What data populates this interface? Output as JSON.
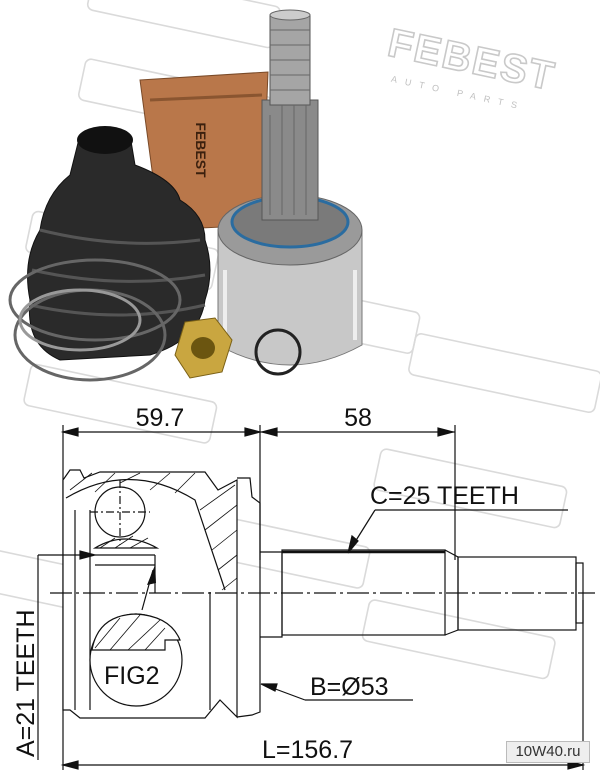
{
  "watermark": {
    "brand": "FEBEST",
    "sub": "AUTO PARTS"
  },
  "photo": {
    "tube_label": "FEBEST"
  },
  "diagram": {
    "dim_housing": "59.7",
    "dim_shaft": "58",
    "spline_outer": "C=25 TEETH",
    "spline_inner": "A=21 TEETH",
    "abs_ring": "B=Ø53",
    "fig_label": "FIG2",
    "length": "L=156.7"
  },
  "site_badge": "10W40.ru"
}
